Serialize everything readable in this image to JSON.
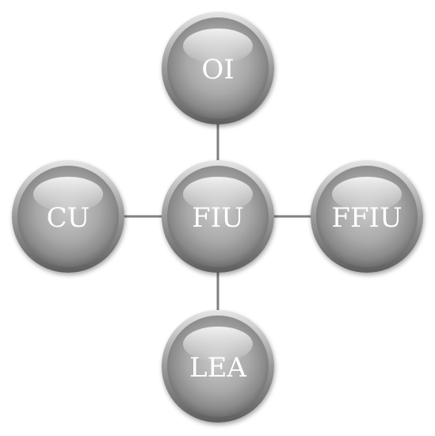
{
  "diagram": {
    "center": {
      "label": "FIU"
    },
    "top": {
      "label": "OI"
    },
    "left": {
      "label": "CU"
    },
    "right": {
      "label": "FFIU"
    },
    "bottom": {
      "label": "LEA"
    }
  },
  "colors": {
    "sphere_light": "#d9d9d9",
    "sphere_mid": "#a6a6a6",
    "sphere_dark": "#6b6b6b",
    "connector": "#808080",
    "label": "#ffffff"
  }
}
